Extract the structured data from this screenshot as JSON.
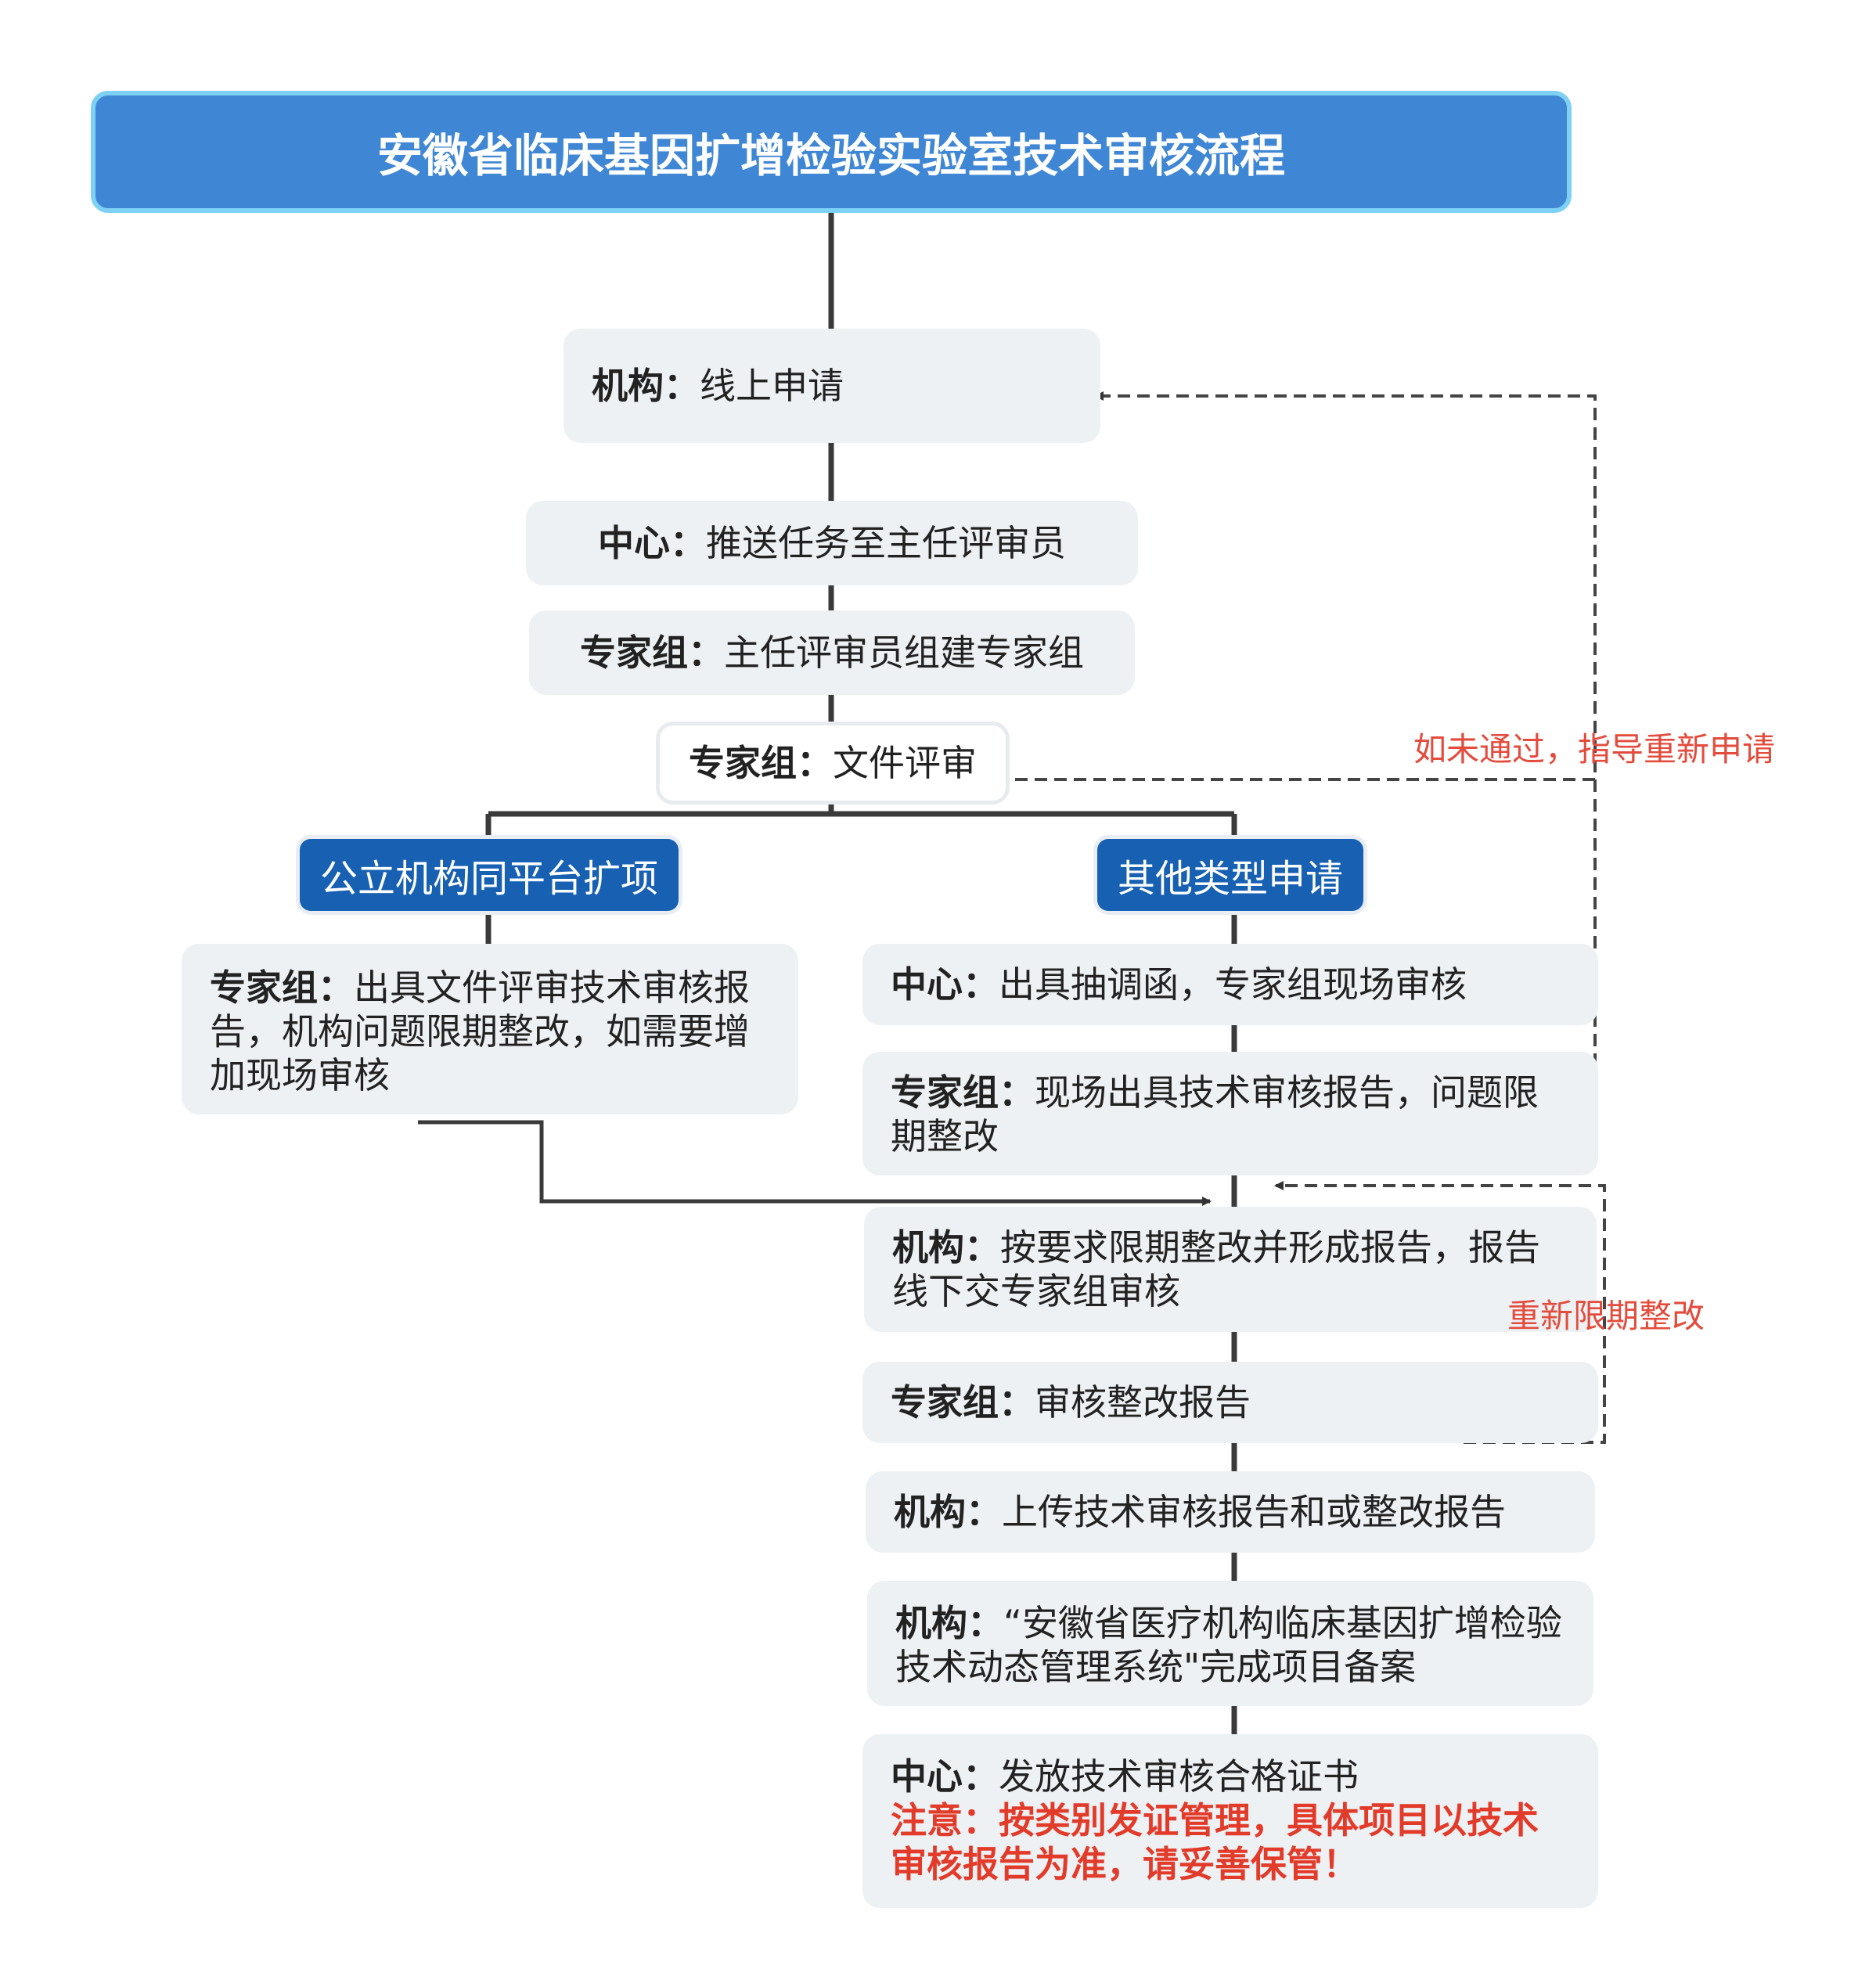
{
  "title": "安徽省临床基因扩增检验实验室技术审核流程",
  "steps": {
    "s1": {
      "actor": "机构：",
      "text": "线上申请"
    },
    "s2": {
      "actor": "中心：",
      "text": "推送任务至主任评审员"
    },
    "s3": {
      "actor": "专家组：",
      "text": "主任评审员组建专家组"
    },
    "s4": {
      "actor": "专家组：",
      "text": "文件评审"
    }
  },
  "branches": {
    "left": "公立机构同平台扩项",
    "right": "其他类型申请"
  },
  "left_steps": {
    "l1": {
      "actor": "专家组：",
      "text": "出具文件评审技术审核报告，机构问题限期整改，如需要增加现场审核"
    }
  },
  "right_steps": {
    "r1": {
      "actor": "中心：",
      "text": "出具抽调函，专家组现场审核"
    },
    "r2": {
      "actor": "专家组：",
      "text": "现场出具技术审核报告，问题限期整改"
    },
    "r3": {
      "actor": "机构：",
      "text": "按要求限期整改并形成报告，报告线下交专家组审核"
    },
    "r4": {
      "actor": "专家组：",
      "text": "审核整改报告"
    },
    "r5": {
      "actor": "机构：",
      "text": "上传技术审核报告和或整改报告"
    },
    "r6": {
      "actor": "机构：",
      "text": "“安徽省医疗机构临床基因扩增检验技术动态管理系统\"完成项目备案"
    },
    "r7": {
      "actor": "中心：",
      "text": "发放技术审核合格证书",
      "note": "注意：按类别发证管理，具体项目以技术审核报告为准，请妥善保管！"
    }
  },
  "annotations": {
    "retry_apply": "如未通过，指导重新申请",
    "retry_fix": "重新限期整改"
  }
}
